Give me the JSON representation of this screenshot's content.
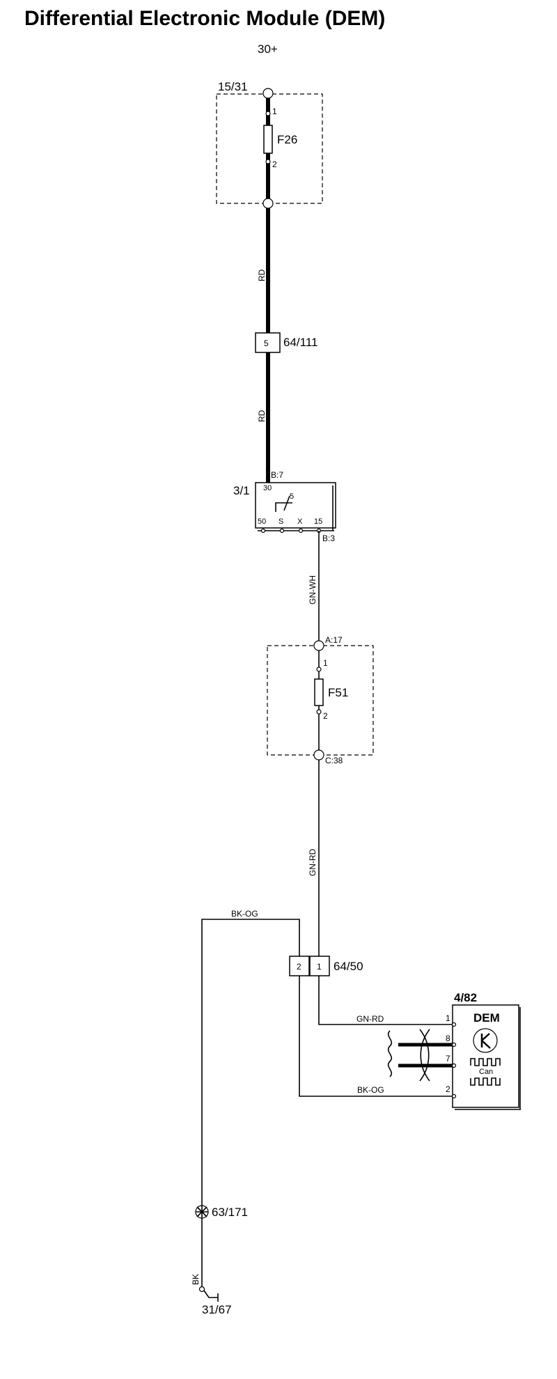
{
  "title": "Differential Electronic Module (DEM)",
  "supply": {
    "label": "30+"
  },
  "fusebox1": {
    "label": "15/31",
    "fuse": "F26",
    "pin1": "1",
    "pin2": "2"
  },
  "wires": {
    "rd_upper": "RD",
    "rd_lower": "RD",
    "gn_wh": "GN-WH",
    "gn_rd_vertical": "GN-RD",
    "gn_rd_horizontal": "GN-RD",
    "bk_og_top": "BK-OG",
    "bk_og_bottom": "BK-OG",
    "bk": "BK"
  },
  "connector_64_111": {
    "label": "64/111",
    "pin": "5"
  },
  "ignition_switch": {
    "label": "3/1",
    "pin_top": "B:7",
    "pin_top_num": "30",
    "inner_pin": "5",
    "bottom_pins": [
      "50",
      "S",
      "X",
      "15"
    ],
    "pin_bottom": "B:3"
  },
  "fusebox2": {
    "pin_top": "A:17",
    "fuse": "F51",
    "pin1": "1",
    "pin2": "2",
    "pin_bottom": "C:38"
  },
  "connector_64_50": {
    "label": "64/50",
    "pins": [
      "2",
      "1"
    ]
  },
  "dem_module": {
    "label": "4/82",
    "name": "DEM",
    "can_label": "Can",
    "pins": [
      "1",
      "8",
      "7",
      "2"
    ]
  },
  "ground_point": {
    "label": "63/171"
  },
  "ground": {
    "label": "31/67"
  }
}
